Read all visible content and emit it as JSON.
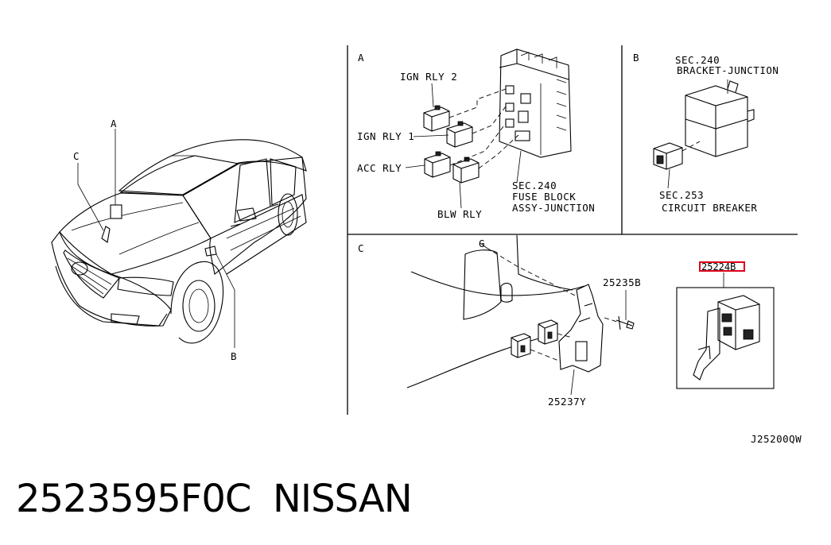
{
  "diagram": {
    "car_callouts": {
      "a": "A",
      "b": "B",
      "c": "C"
    },
    "panel_a": {
      "letter": "A",
      "ign_rly_2": "IGN RLY 2",
      "ign_rly_1": "IGN RLY 1",
      "acc_rly": "ACC RLY",
      "blw_rly": "BLW RLY",
      "sec_ref": "SEC.240",
      "sec_line1": "FUSE BLOCK",
      "sec_line2": "ASSY-JUNCTION"
    },
    "panel_b": {
      "letter": "B",
      "sec_top": "SEC.240",
      "sec_top_line": "BRACKET-JUNCTION",
      "sec_bottom": "SEC.253",
      "sec_bottom_line": "CIRCUIT BREAKER"
    },
    "panel_c": {
      "letter": "C",
      "point_g": "G",
      "part_25235b": "25235B",
      "part_25237y": "25237Y",
      "highlighted_part": "25224B"
    },
    "drawing_code": "J25200QW",
    "highlight_color": "#e0001b"
  },
  "caption": {
    "part_number": "2523595F0C",
    "brand": "NISSAN"
  }
}
